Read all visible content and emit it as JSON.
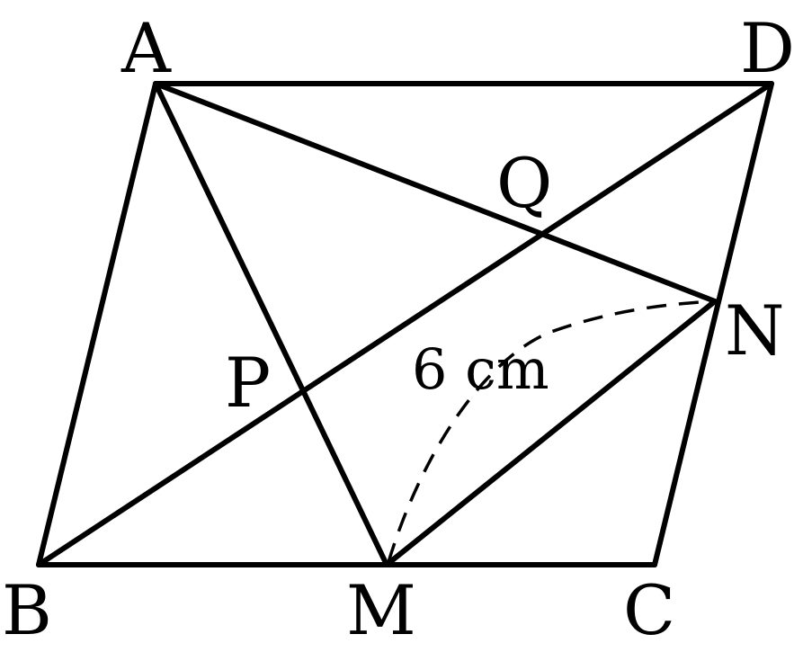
{
  "diagram": {
    "points": {
      "A": "A",
      "B": "B",
      "C": "C",
      "D": "D",
      "M": "M",
      "N": "N",
      "P": "P",
      "Q": "Q"
    },
    "measure_label": "6 cm",
    "colors": {
      "stroke": "#000000",
      "background": "#ffffff"
    }
  }
}
